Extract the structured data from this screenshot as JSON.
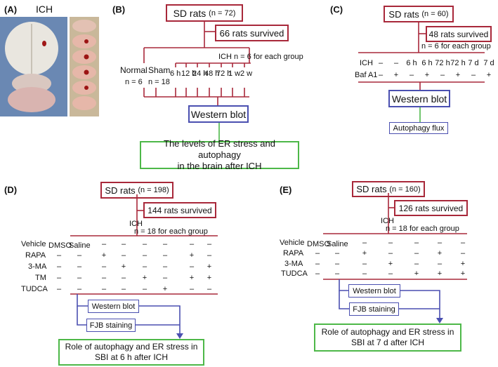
{
  "panelA": {
    "label": "(A)",
    "title": "ICH"
  },
  "panelB": {
    "label": "(B)",
    "sd_rats": "SD rats",
    "sd_n": "(n = 72)",
    "survived": "66 rats survived",
    "ich_note": "ICH  n = 6 for each group",
    "normal": "Normal",
    "normal_n": "n = 6",
    "sham": "Sham",
    "sham_n": "n = 18",
    "times": [
      "6 h",
      "12 h",
      "24 h",
      "48 h",
      "72 h",
      "1 w",
      "2 w"
    ],
    "assay": "Western blot",
    "result_line1": "The levels of ER stress and autophagy",
    "result_line2": "in the brain after ICH"
  },
  "panelC": {
    "label": "(C)",
    "sd_rats": "SD rats",
    "sd_n": "(n = 60)",
    "survived": "48 rats survived",
    "note": "n = 6 for each group",
    "row_labels": [
      "ICH",
      "Baf A1"
    ],
    "ich_values": [
      "–",
      "–",
      "6 h",
      "6 h",
      "72 h",
      "72 h",
      "7 d",
      "7 d"
    ],
    "baf_values": [
      "–",
      "+",
      "–",
      "+",
      "–",
      "+",
      "–",
      "+"
    ],
    "assay": "Western blot",
    "flux": "Autophagy flux"
  },
  "panelD": {
    "label": "(D)",
    "sd_rats": "SD rats",
    "sd_n": "(n = 198)",
    "survived": "144 rats survived",
    "ich": "ICH",
    "note": "n = 18 for each group",
    "rows": [
      {
        "label": "Vehicle",
        "values": [
          "DMSO",
          "Saline",
          "–",
          "–",
          "–",
          "–",
          "–",
          "–"
        ]
      },
      {
        "label": "RAPA",
        "values": [
          "–",
          "–",
          "+",
          "–",
          "–",
          "–",
          "+",
          "–"
        ]
      },
      {
        "label": "3-MA",
        "values": [
          "–",
          "–",
          "–",
          "+",
          "–",
          "–",
          "–",
          "+"
        ]
      },
      {
        "label": "TM",
        "values": [
          "–",
          "–",
          "–",
          "–",
          "+",
          "–",
          "+",
          "+"
        ]
      },
      {
        "label": "TUDCA",
        "values": [
          "–",
          "–",
          "–",
          "–",
          "–",
          "+",
          "–",
          "–"
        ]
      }
    ],
    "assay1": "Western blot",
    "assay2": "FJB staining",
    "result_line1": "Role of autophagy and ER stress in",
    "result_line2": "SBI at 6 h after ICH"
  },
  "panelE": {
    "label": "(E)",
    "sd_rats": "SD rats",
    "sd_n": "(n = 160)",
    "survived": "126 rats survived",
    "ich": "ICH",
    "note": "n = 18 for each group",
    "rows": [
      {
        "label": "Vehicle",
        "values": [
          "DMSO",
          "Saline",
          "–",
          "–",
          "–",
          "–",
          "–"
        ]
      },
      {
        "label": "RAPA",
        "values": [
          "–",
          "–",
          "+",
          "–",
          "–",
          "+",
          "–"
        ]
      },
      {
        "label": "3-MA",
        "values": [
          "–",
          "–",
          "–",
          "+",
          "–",
          "–",
          "+"
        ]
      },
      {
        "label": "TUDCA",
        "values": [
          "–",
          "–",
          "–",
          "–",
          "+",
          "+",
          "+"
        ]
      }
    ],
    "assay1": "Western blot",
    "assay2": "FJB staining",
    "result_line1": "Role of autophagy and ER stress in",
    "result_line2": "SBI at 7 d after ICH"
  },
  "colors": {
    "red_box": "#a8283a",
    "blue_box": "#4a4fb0",
    "green_box": "#4db848",
    "photo_bg": "#6a88b3"
  }
}
